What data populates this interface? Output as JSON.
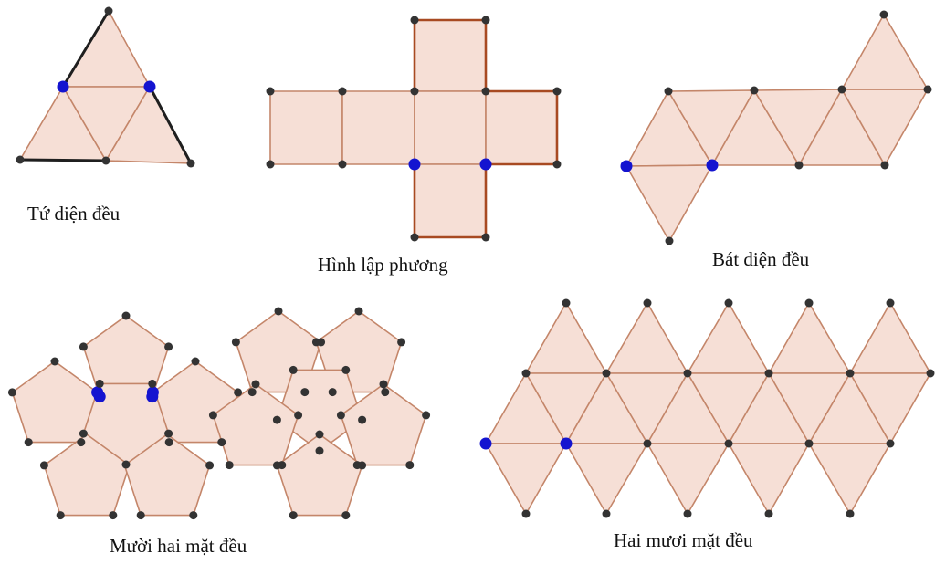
{
  "colors": {
    "face": "#f6dfd6",
    "edge": "#c4866a",
    "dark_edge": "#1f1f1f",
    "cut_edge": "#a84a22",
    "vertex": "#333333",
    "highlight_vertex": "#1414d0"
  },
  "nets": [
    {
      "id": "tetrahedron",
      "label": "Tứ diện đều"
    },
    {
      "id": "cube",
      "label": "Hình lập phương"
    },
    {
      "id": "octahedron",
      "label": "Bát diện đều"
    },
    {
      "id": "dodecahedron",
      "label": "Mười hai mặt đều"
    },
    {
      "id": "icosahedron",
      "label": "Hai mươi mặt đều"
    }
  ]
}
